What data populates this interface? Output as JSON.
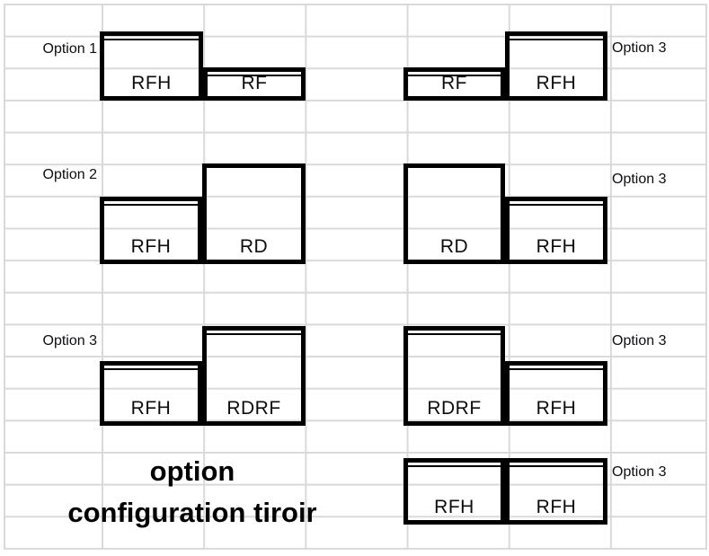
{
  "colors": {
    "gridline": "#d9d9d9",
    "box_border": "#000000",
    "text": "#0d0d0f"
  },
  "title": {
    "line1": "option",
    "line2": "configuration tiroir"
  },
  "diagrams": [
    {
      "side_label": "Option 1",
      "cells": [
        {
          "label": "RFH"
        },
        {
          "label": "RF"
        }
      ]
    },
    {
      "side_label": "Option 3",
      "cells": [
        {
          "label": "RF"
        },
        {
          "label": "RFH"
        }
      ]
    },
    {
      "side_label": "Option 2",
      "cells": [
        {
          "label": "RFH"
        },
        {
          "label": "RD"
        }
      ]
    },
    {
      "side_label": "Option 3",
      "cells": [
        {
          "label": "RD"
        },
        {
          "label": "RFH"
        }
      ]
    },
    {
      "side_label": "Option 3",
      "cells": [
        {
          "label": "RFH"
        },
        {
          "label": "RDRF"
        }
      ]
    },
    {
      "side_label": "Option 3",
      "cells": [
        {
          "label": "RDRF"
        },
        {
          "label": "RFH"
        }
      ]
    },
    {
      "side_label": "Option 3",
      "cells": [
        {
          "label": "RFH"
        },
        {
          "label": "RFH"
        }
      ]
    }
  ]
}
